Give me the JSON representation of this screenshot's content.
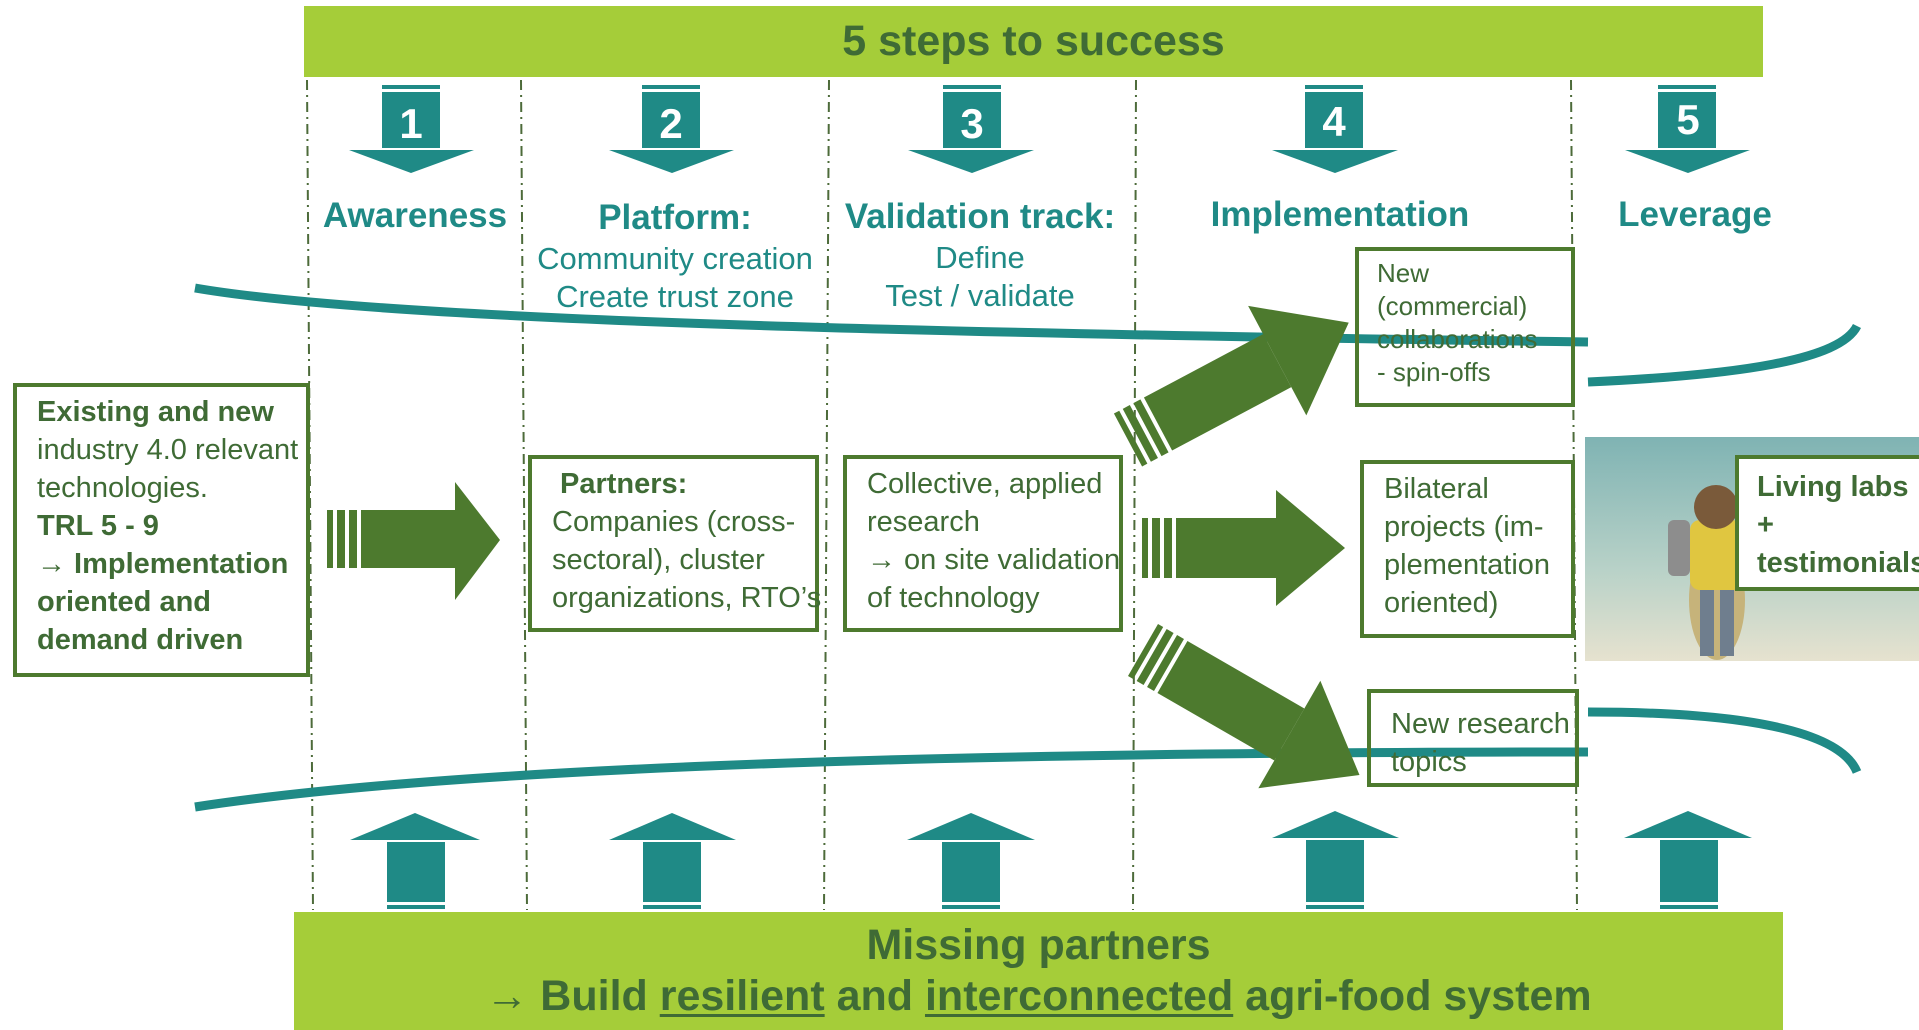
{
  "top_banner": {
    "title": "5 steps to success"
  },
  "steps": [
    {
      "number": "1",
      "title": "Awareness",
      "subtitle": []
    },
    {
      "number": "2",
      "title": "Platform:",
      "subtitle": [
        "Community creation",
        "Create trust zone"
      ]
    },
    {
      "number": "3",
      "title": "Validation track:",
      "subtitle": [
        "Define",
        "Test / validate"
      ]
    },
    {
      "number": "4",
      "title": "Implementation",
      "subtitle": []
    },
    {
      "number": "5",
      "title": "Leverage",
      "subtitle": []
    }
  ],
  "boxes": {
    "existing": [
      "Existing and new",
      "industry 4.0 relevant",
      "technologies.",
      "TRL 5 - 9",
      "→ Implementation",
      "oriented and",
      "demand driven"
    ],
    "partners": [
      "Partners:",
      "Companies (cross-",
      "sectoral), cluster",
      "organizations, RTO’s"
    ],
    "collective": [
      "Collective, applied",
      "research",
      "→ on site validation",
      "of technology"
    ],
    "new_commercial": [
      "New",
      "(commercial)",
      "collaborations",
      "- spin-offs"
    ],
    "bilateral": [
      "Bilateral",
      "projects (im-",
      "plementation",
      "oriented)"
    ],
    "new_research": [
      "New research",
      "topics"
    ]
  },
  "living_labs": [
    "Living labs",
    "+",
    "testimonials"
  ],
  "bottom_banner": {
    "line1": "Missing partners",
    "line2_prefix": "→ Build ",
    "line2_resilient": "resilient",
    "line2_and": " and ",
    "line2_interconnected": "interconnected",
    "line2_suffix": " agri-food system"
  },
  "colors": {
    "green_banner": "#a5cd39",
    "teal": "#1f8a86",
    "dark_green": "#4d7a2e",
    "text_green": "#3f6b35"
  }
}
